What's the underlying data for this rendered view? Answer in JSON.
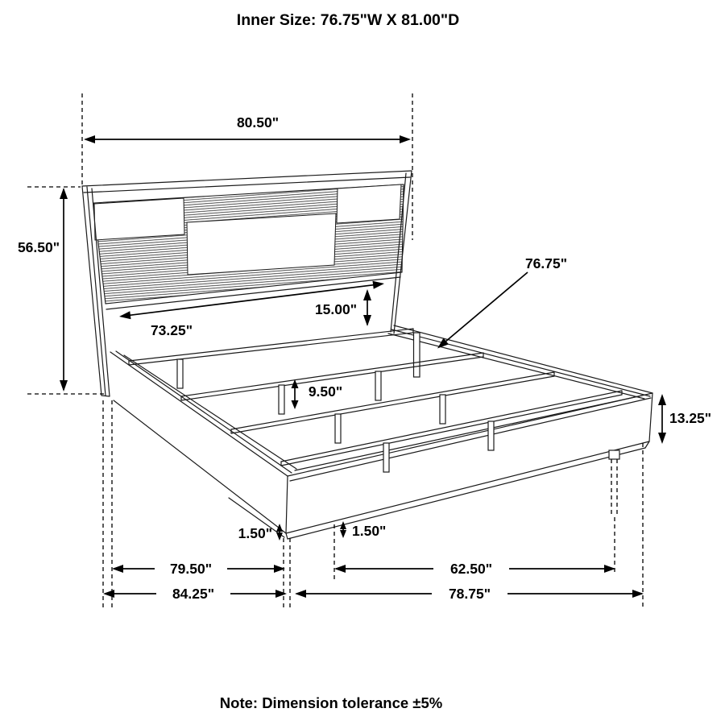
{
  "title": "Inner Size: 76.75\"W X 81.00\"D",
  "note": "Note: Dimension tolerance ±5%",
  "colors": {
    "line": "#1a1a1a",
    "text": "#000000",
    "background": "#ffffff"
  },
  "dims": {
    "headboard_width": "80.50\"",
    "headboard_height": "56.50\"",
    "inner_width_between_posts": "73.25\"",
    "panel_to_rail_gap": "15.00\"",
    "slat_length": "76.75\"",
    "slat_leg_height": "9.50\"",
    "footboard_height": "13.25\"",
    "base_recess_left": "1.50\"",
    "base_recess_right": "1.50\"",
    "frame_length": "79.50\"",
    "inner_depth_span": "62.50\"",
    "overall_depth": "84.25\"",
    "footboard_width": "78.75\""
  }
}
